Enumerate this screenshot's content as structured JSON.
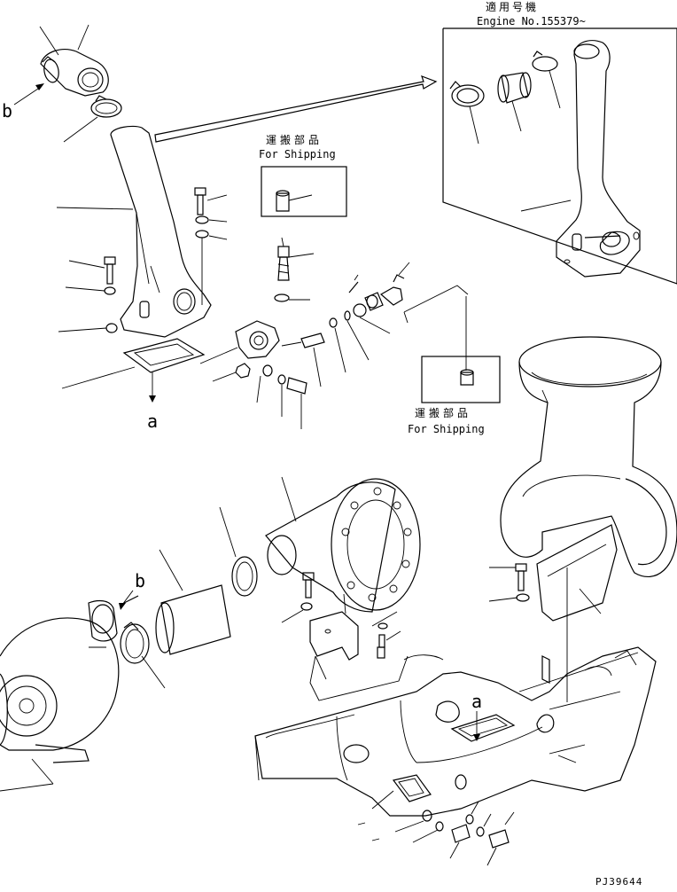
{
  "inset": {
    "applies_to_jp": "適用号機",
    "engine_no": "Engine No.155379~"
  },
  "shipping_top": {
    "jp": "運搬部品",
    "en": "For Shipping"
  },
  "shipping_mid": {
    "jp": "運搬部品",
    "en": "For Shipping"
  },
  "callouts": {
    "a_top": "a",
    "b_top": "b",
    "b_mid": "b",
    "a_right": "a"
  },
  "figure_code": "PJ39644"
}
